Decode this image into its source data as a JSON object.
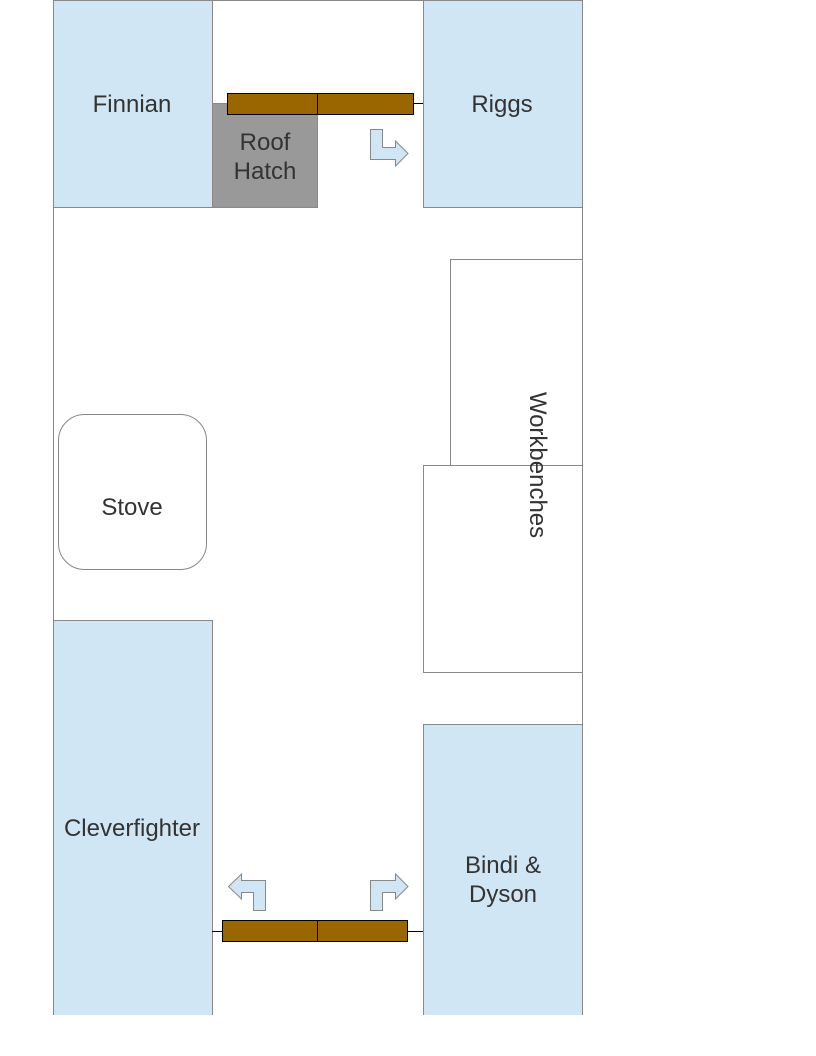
{
  "rooms": {
    "finnian": "Finnian",
    "riggs": "Riggs",
    "roof_hatch_line1": "Roof",
    "roof_hatch_line2": "Hatch",
    "stove": "Stove",
    "workbenches": "Workbenches",
    "cleverfighter": "Cleverfighter",
    "bindi_line1": "Bindi &",
    "bindi_line2": "Dyson"
  },
  "colors": {
    "room_fill": "#d0e6f4",
    "hatch_fill": "#999999",
    "door_fill": "#996600",
    "border": "#888888"
  }
}
